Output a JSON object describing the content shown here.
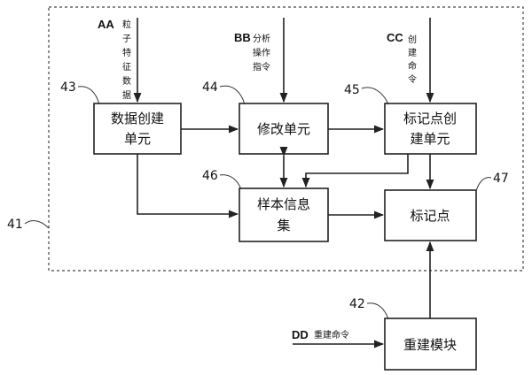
{
  "blocks": {
    "data_unit": [
      "数据创建",
      "单元"
    ],
    "modify_unit": "修改单元",
    "marker_unit": [
      "标记点创",
      "建单元"
    ],
    "sample_set": [
      "样本信息",
      "集"
    ],
    "marker_point": "标记点",
    "rebuild": "重建模块"
  },
  "numbers": {
    "n41": "41",
    "n42": "42",
    "n43": "43",
    "n44": "44",
    "n45": "45",
    "n46": "46",
    "n47": "47"
  },
  "inputs": {
    "aa": {
      "code": "AA",
      "label": [
        "粒",
        "子",
        "特",
        "征",
        "数",
        "据"
      ]
    },
    "bb": {
      "code": "BB",
      "label": [
        "分析",
        "操作",
        "指令"
      ]
    },
    "cc": {
      "code": "CC",
      "label": [
        "创",
        "建",
        "命",
        "令"
      ]
    },
    "dd": {
      "code": "DD",
      "label": "重建命令"
    }
  }
}
